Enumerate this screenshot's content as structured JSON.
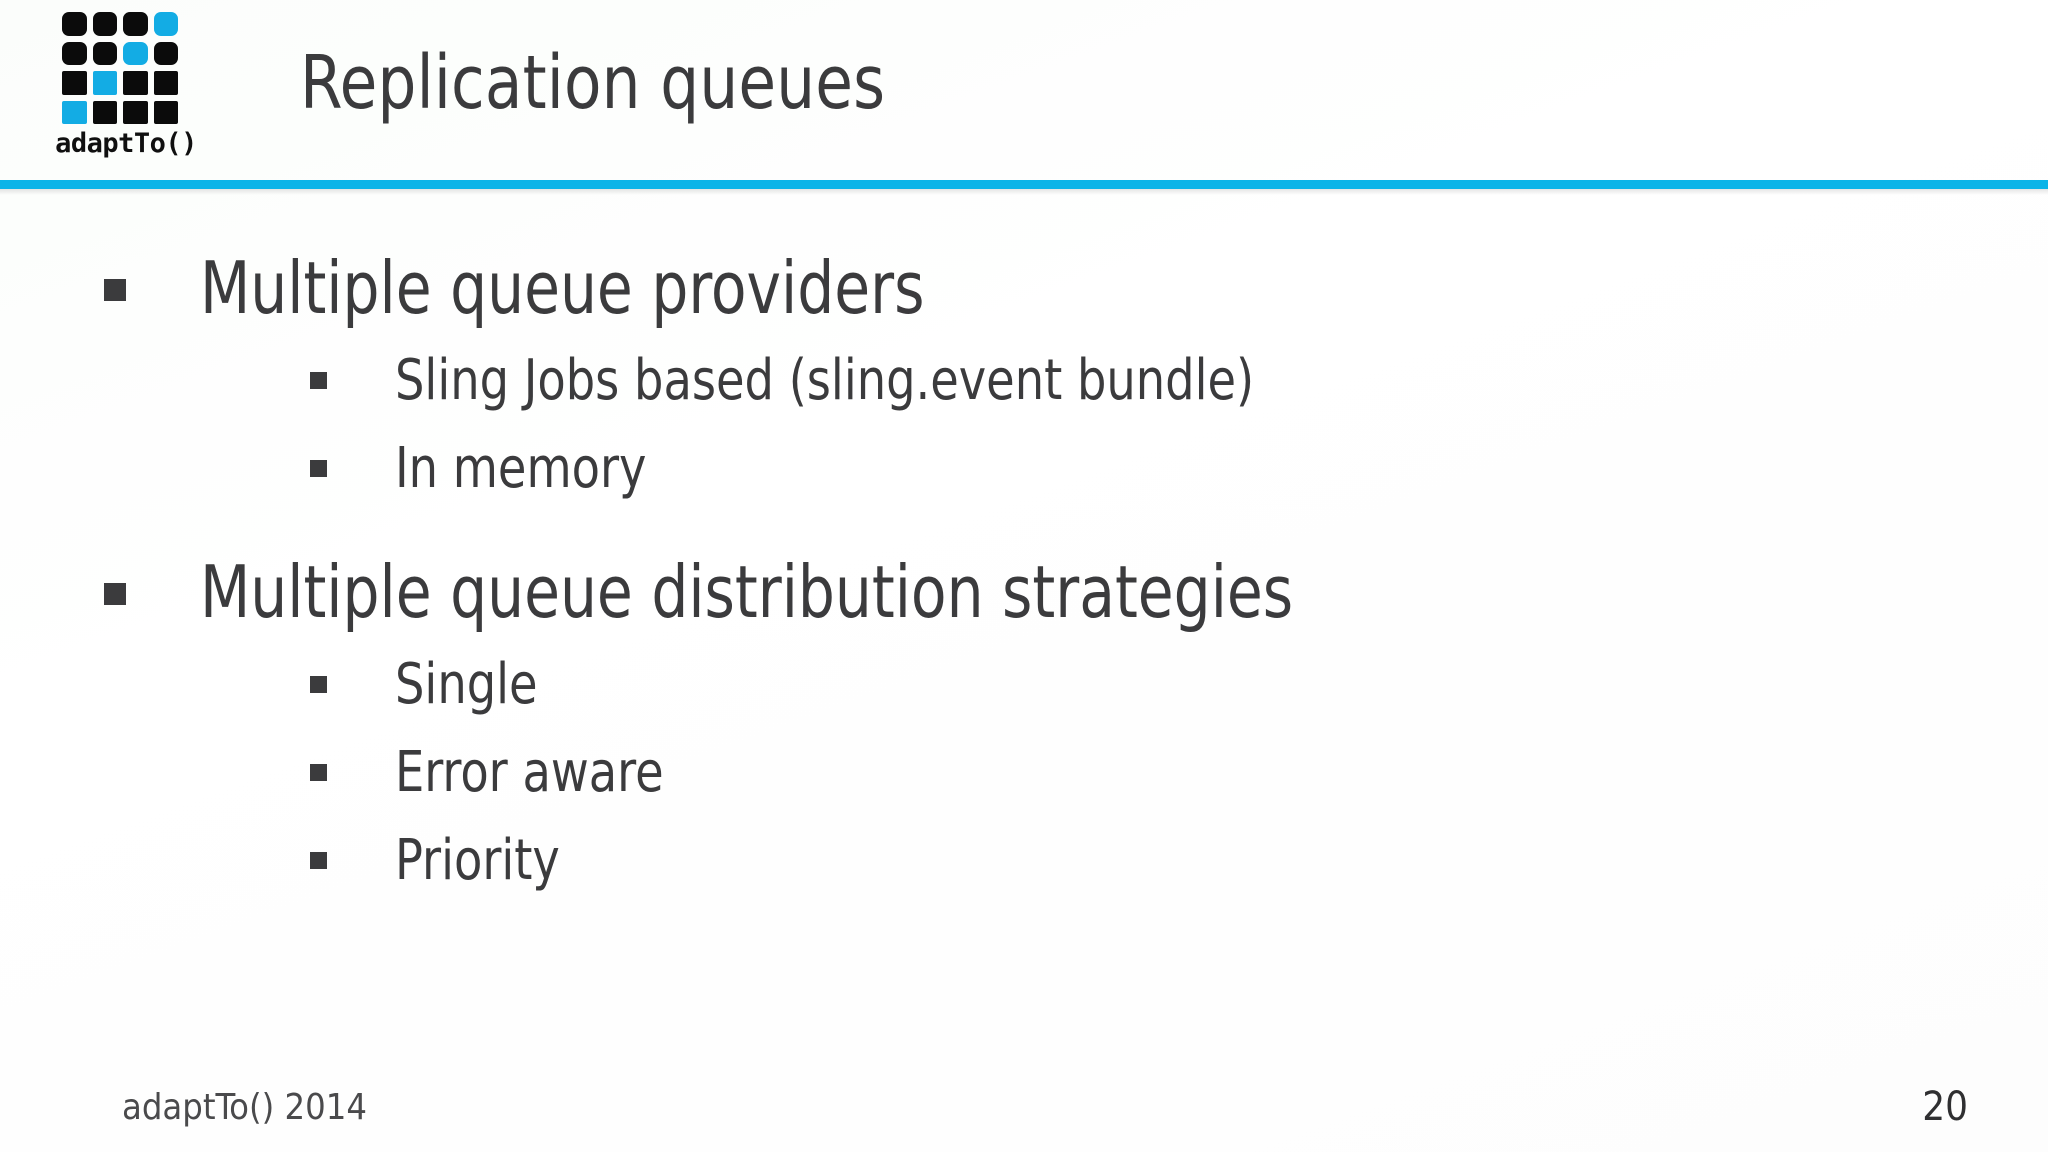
{
  "slide": {
    "number": "20",
    "title": "Replication queues",
    "background_color": "#ffffff",
    "text_color": "#3b3b3d"
  },
  "logo": {
    "wordmark": "adaptTo()",
    "icon_name": "adaptto-grid-logo",
    "black_color": "#0b0b0b",
    "blue_color": "#13ace4",
    "grid": [
      [
        "black",
        "black",
        "black",
        "blue"
      ],
      [
        "black",
        "black",
        "blue",
        "black"
      ],
      [
        "black",
        "blue",
        "black",
        "black"
      ],
      [
        "blue",
        "black",
        "black",
        "black"
      ]
    ]
  },
  "divider": {
    "color": "#0cb4e8"
  },
  "bullets": [
    {
      "level": 1,
      "text": "Multiple queue providers"
    },
    {
      "level": 2,
      "text": "Sling Jobs based (sling.event bundle)"
    },
    {
      "level": 2,
      "text": "In memory"
    },
    {
      "level": 1,
      "text": "Multiple queue distribution strategies"
    },
    {
      "level": 2,
      "text": "Single"
    },
    {
      "level": 2,
      "text": "Error aware"
    },
    {
      "level": 2,
      "text": "Priority"
    }
  ],
  "footer": {
    "left": "adaptTo() 2014",
    "page": "20"
  }
}
